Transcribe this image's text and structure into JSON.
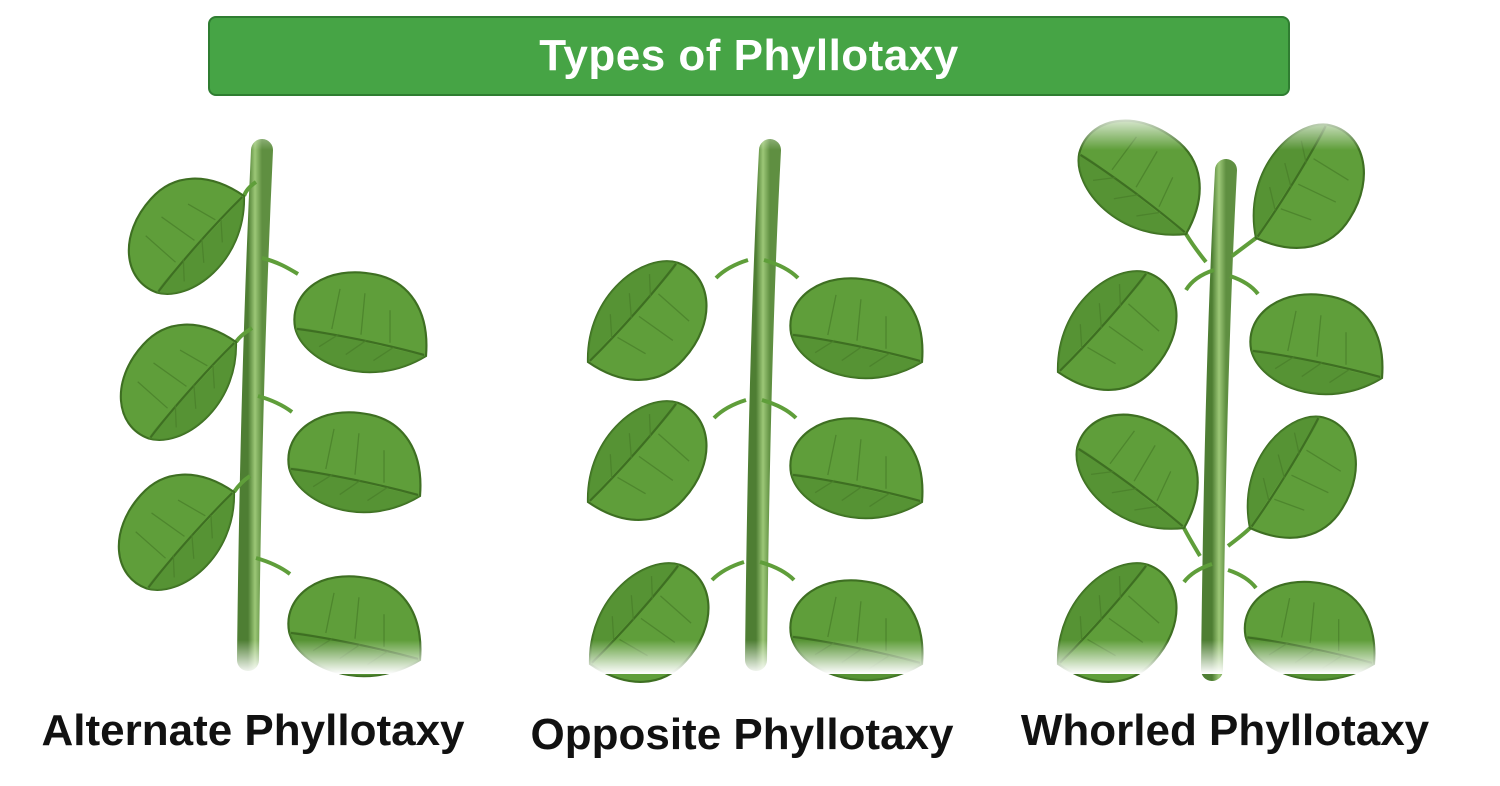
{
  "title": "Types of Phyllotaxy",
  "panels": [
    {
      "label": "Alternate Phyllotaxy"
    },
    {
      "label": "Opposite Phyllotaxy"
    },
    {
      "label": "Whorled Phyllotaxy"
    }
  ],
  "colors": {
    "banner": "#46a445",
    "banner_border": "#2f7d31",
    "leaf": "#5f9e3a",
    "leaf_dark": "#3e6f22",
    "stem": "#6f9f4e",
    "stem_highlight": "#a7cf7f",
    "caption": "#111111"
  }
}
